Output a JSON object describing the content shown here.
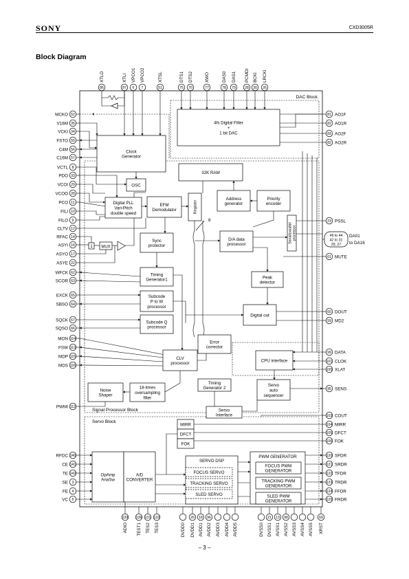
{
  "header": {
    "brand": "SONY",
    "part": "CXD3005R"
  },
  "page": {
    "title": "Block Diagram",
    "number": "– 3 –"
  },
  "regions": {
    "dac": "DAC Block",
    "signal": "Signal Processor Block",
    "servo": "Servo Block"
  },
  "blocks": {
    "dac_filter": [
      "4fs Digital Filter",
      "+",
      "1 bit DAC"
    ],
    "clock_gen": [
      "Clock",
      "Generator"
    ],
    "osc": [
      "OSC"
    ],
    "ram": [
      "32K RAM"
    ],
    "pll": [
      "Digital PLL",
      "Vari-Pitch",
      "double speed"
    ],
    "efm": [
      "EFM",
      "Demodulator"
    ],
    "register": [
      "Register"
    ],
    "addr": [
      "Address",
      "generator"
    ],
    "prio": [
      "Priority",
      "encoder"
    ],
    "sp": [
      "Serial/parallel",
      "processor"
    ],
    "da": [
      "D/A data",
      "processor"
    ],
    "sync": [
      "Sync",
      "protector"
    ],
    "peak": [
      "Peak",
      "detector"
    ],
    "timing1": [
      "Timing",
      "Generator1"
    ],
    "subp": [
      "Subcode",
      "P to W",
      "processor"
    ],
    "digout": [
      "Digital out"
    ],
    "subq": [
      "Subcode Q",
      "processor"
    ],
    "errcor": [
      "Error",
      "corrector"
    ],
    "cpu": [
      "CPU interface"
    ],
    "clv": [
      "CLV",
      "processor"
    ],
    "noise": [
      "Noise",
      "Shaper"
    ],
    "oversamp": [
      "18-times",
      "oversampling",
      "filter"
    ],
    "timing2": [
      "Timing",
      "Generator 2"
    ],
    "servoseq": [
      "Servo",
      "auto",
      "sequencer"
    ],
    "servoif": [
      "Servo",
      "Interface"
    ],
    "mirr": [
      "MIRR"
    ],
    "dfct": [
      "DFCT"
    ],
    "fok": [
      "FOK"
    ],
    "opamp": [
      "OpAmp",
      "AnaSw"
    ],
    "adconv": [
      "A/D",
      "CONVERTER"
    ],
    "servodsp": [
      "SERVO DSP"
    ],
    "focus": [
      "FOCUS SERVO"
    ],
    "tracking": [
      "TRACKING SERVO"
    ],
    "sled": [
      "SLED SERVO"
    ],
    "pwmgen": [
      "PWM GENERATOR"
    ],
    "focuspwm": [
      "FOCUS PWM",
      "GENERATOR"
    ],
    "trackpwm": [
      "TRACKING PWM",
      "GENERATOR"
    ],
    "sledpwm": [
      "SLED PWM",
      "GENERATOR"
    ],
    "mux": [
      "MUX"
    ],
    "box1": [
      "1"
    ]
  },
  "bus_label": "8",
  "pins_left": [
    {
      "name": "MCKO",
      "num": "52"
    },
    {
      "name": "V16M",
      "num": "35"
    },
    {
      "name": "VCKI",
      "num": "34"
    },
    {
      "name": "FSTO",
      "num": "55"
    },
    {
      "name": "C4M",
      "num": "56"
    },
    {
      "name": "C16M",
      "num": "57"
    },
    {
      "name": "VCTL",
      "num": "8"
    },
    {
      "name": "PDO",
      "num": "33"
    },
    {
      "name": "VCOI",
      "num": "29"
    },
    {
      "name": "VCOO",
      "num": "28"
    },
    {
      "name": "PCO",
      "num": "11"
    },
    {
      "name": "FILI",
      "num": "10"
    },
    {
      "name": "FILO",
      "num": "9"
    },
    {
      "name": "CLTV",
      "num": "12"
    },
    {
      "name": "RFAC",
      "num": "14"
    },
    {
      "name": "ASYI",
      "num": "16"
    },
    {
      "name": "ASYO",
      "num": "17"
    },
    {
      "name": "ASYE",
      "num": "22"
    },
    {
      "name": "WFCK",
      "num": "62"
    },
    {
      "name": "SCOR",
      "num": "63"
    },
    {
      "name": "EXCK",
      "num": "65"
    },
    {
      "name": "SBSO",
      "num": "64"
    },
    {
      "name": "SQCK",
      "num": "67"
    },
    {
      "name": "SQSO",
      "num": "66"
    },
    {
      "name": "MON",
      "num": "114"
    },
    {
      "name": "FSW",
      "num": "113"
    },
    {
      "name": "MDP",
      "num": "115"
    },
    {
      "name": "MDS",
      "num": "116"
    },
    {
      "name": "PWMI",
      "num": "112"
    },
    {
      "name": "RFDC",
      "num": "140"
    },
    {
      "name": "CE",
      "num": "141"
    },
    {
      "name": "TE",
      "num": "142"
    },
    {
      "name": "SE",
      "num": "3"
    },
    {
      "name": "FE",
      "num": "4"
    },
    {
      "name": "VC",
      "num": "5"
    }
  ],
  "pins_right": [
    {
      "name": "AO1F",
      "num": "81"
    },
    {
      "name": "AO1R",
      "num": "82"
    },
    {
      "name": "AO2F",
      "num": "83"
    },
    {
      "name": "AO2R",
      "num": "82"
    },
    {
      "name": "PSSL",
      "num": "23"
    },
    {
      "name": "MUTE",
      "num": "61"
    },
    {
      "name": "DOUT",
      "num": "60"
    },
    {
      "name": "MD2",
      "num": "59"
    },
    {
      "name": "DATA",
      "num": "99"
    },
    {
      "name": "CLOK",
      "num": "101"
    },
    {
      "name": "XLAT",
      "num": "100"
    },
    {
      "name": "SENS",
      "num": "95"
    },
    {
      "name": "COUT",
      "num": "103"
    },
    {
      "name": "MIRR",
      "num": "104"
    },
    {
      "name": "DFCT",
      "num": "105"
    },
    {
      "name": "FOK",
      "num": "106"
    },
    {
      "name": "SFDR",
      "num": "120"
    },
    {
      "name": "SRDR",
      "num": "121"
    },
    {
      "name": "TFDR",
      "num": "122"
    },
    {
      "name": "TRDR",
      "num": "123"
    },
    {
      "name": "FFDR",
      "num": "124"
    },
    {
      "name": "FRDR",
      "num": "125"
    }
  ],
  "da_pins": {
    "nums": [
      "49 to 44",
      "42 to 31",
      "29, 27"
    ],
    "name1": "DA01",
    "name2": "to DA16"
  },
  "pins_top": [
    {
      "name": "XTLO",
      "num": "86"
    },
    {
      "name": "XTLI",
      "num": "87"
    },
    {
      "name": "VPCO1",
      "num": "6"
    },
    {
      "name": "VPCO2",
      "num": "7"
    },
    {
      "name": "XTSL",
      "num": "51"
    },
    {
      "name": "DTS1",
      "num": "75"
    },
    {
      "name": "DTS2",
      "num": "70"
    },
    {
      "name": "XWO",
      "num": "77"
    },
    {
      "name": "DAS0",
      "num": "78"
    },
    {
      "name": "DAS1",
      "num": "79"
    },
    {
      "name": "PCMDI",
      "num": "28"
    },
    {
      "name": "BCKI",
      "num": "30"
    },
    {
      "name": "LRCKI",
      "num": "26"
    }
  ],
  "pins_bottom": [
    {
      "name": "ADIO",
      "num": "139"
    },
    {
      "name": "TEST1",
      "num": "136"
    },
    {
      "name": "TES2",
      "num": "131"
    },
    {
      "name": "TES3",
      "num": "132"
    },
    {
      "name": "DVDD0",
      "num": ""
    },
    {
      "name": "DVDD1",
      "num": "20"
    },
    {
      "name": "AVDD1",
      "num": "18"
    },
    {
      "name": "AVDD2",
      "num": "96"
    },
    {
      "name": "AVDD3",
      "num": ""
    },
    {
      "name": "AVDD4",
      "num": ""
    },
    {
      "name": "AVDD5",
      "num": ""
    },
    {
      "name": "DVSS0",
      "num": ""
    },
    {
      "name": "DVSS1",
      "num": "21"
    },
    {
      "name": "AVSS1",
      "num": "13"
    },
    {
      "name": "AVSS2",
      "num": "98"
    },
    {
      "name": "AVSS3",
      "num": ""
    },
    {
      "name": "AVSS4",
      "num": ""
    },
    {
      "name": "AVSS5",
      "num": ""
    },
    {
      "name": "XRST",
      "num": "69"
    }
  ]
}
